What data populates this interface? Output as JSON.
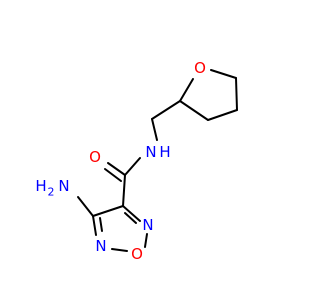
{
  "molecule": {
    "labels": {
      "ring_oxygen_thf": "O",
      "amide_nitrogen": "N",
      "amide_hydrogen": "H",
      "carbonyl_oxygen": "O",
      "amine_group": "H",
      "amine_subscript": "2",
      "amine_nitrogen": "N",
      "ring_nitrogen_upper": "N",
      "ring_nitrogen_lower": "N",
      "ring_oxygen_furazan": "O"
    },
    "colors": {
      "bond": "#000000",
      "oxygen": "#ff0000",
      "nitrogen": "#0000ff"
    }
  }
}
